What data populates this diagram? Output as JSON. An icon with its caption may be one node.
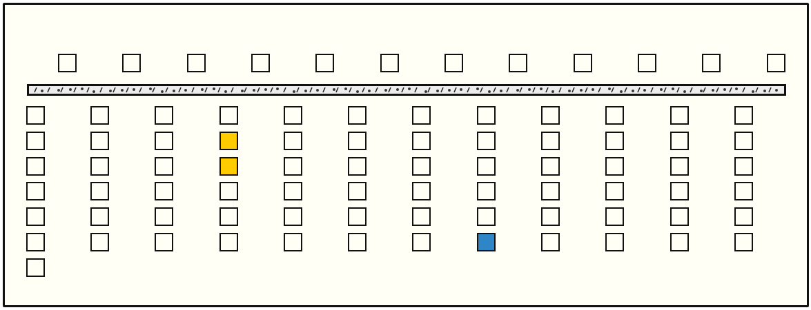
{
  "diagram": {
    "nodes": [
      {
        "text": [],
        "shape": "box"
      },
      {
        "text": [],
        "shape": "box"
      },
      {
        "text": [],
        "shape": "box"
      },
      {
        "text": [],
        "shape": "box"
      },
      {
        "text": [],
        "shape": "box"
      },
      {
        "text": [],
        "shape": "box"
      },
      {
        "text": [],
        "shape": "box"
      },
      {
        "text": [],
        "shape": "box"
      },
      {
        "text": [],
        "shape": "box"
      },
      {
        "text": [],
        "shape": "box"
      },
      {
        "text": [],
        "shape": "box"
      },
      {
        "text": [],
        "shape": "box"
      },
      {
        "text": [],
        "shape": "bar"
      },
      {
        "text": [],
        "shape": "box"
      },
      {
        "text": [],
        "shape": "box"
      },
      {
        "text": [],
        "shape": "box"
      },
      {
        "text": [],
        "shape": "box"
      },
      {
        "text": [],
        "shape": "box"
      },
      {
        "text": [],
        "shape": "box"
      },
      {
        "text": [],
        "shape": "box"
      },
      {
        "text": [],
        "shape": "box"
      },
      {
        "text": [],
        "shape": "box"
      },
      {
        "text": [],
        "shape": "box"
      },
      {
        "text": [],
        "shape": "box"
      },
      {
        "text": [],
        "shape": "box"
      },
      {
        "text": [],
        "shape": "box"
      },
      {
        "text": [],
        "shape": "box"
      },
      {
        "text": [],
        "shape": "box"
      },
      {
        "text": [],
        "shape": "box"
      },
      {
        "text": [],
        "shape": "box"
      },
      {
        "text": [],
        "shape": "box"
      },
      {
        "text": [],
        "shape": "box"
      },
      {
        "text": [],
        "shape": "box"
      },
      {
        "text": [],
        "shape": "box"
      },
      {
        "text": [],
        "shape": "box"
      },
      {
        "text": [],
        "shape": "box"
      },
      {
        "text": [],
        "shape": "box"
      },
      {
        "text": [],
        "shape": "box"
      },
      {
        "text": [],
        "shape": "box"
      },
      {
        "text": [],
        "shape": "box"
      },
      {
        "text": [],
        "shape": "box"
      },
      {
        "text": [],
        "shape": "box"
      },
      {
        "text": [],
        "shape": "box"
      },
      {
        "text": [],
        "shape": "box"
      },
      {
        "text": [],
        "shape": "box"
      },
      {
        "text": [],
        "shape": "box"
      },
      {
        "text": [],
        "shape": "box"
      },
      {
        "text": [],
        "shape": "box"
      },
      {
        "text": [],
        "shape": "box"
      },
      {
        "text": [],
        "shape": "box"
      },
      {
        "text": [],
        "shape": "box"
      },
      {
        "text": [],
        "shape": "box"
      },
      {
        "text": [],
        "shape": "box"
      },
      {
        "text": [],
        "shape": "box"
      },
      {
        "text": [],
        "shape": "box"
      },
      {
        "text": [],
        "shape": "box"
      },
      {
        "text": [],
        "shape": "box"
      },
      {
        "text": [],
        "shape": "box"
      },
      {
        "text": [],
        "shape": "box"
      },
      {
        "text": [],
        "shape": "box"
      },
      {
        "text": [],
        "shape": "box"
      },
      {
        "text": [],
        "shape": "box"
      },
      {
        "text": [],
        "shape": "box"
      },
      {
        "text": [],
        "shape": "box"
      },
      {
        "text": [],
        "shape": "box"
      },
      {
        "text": [],
        "shape": "box"
      },
      {
        "text": [],
        "shape": "box"
      },
      {
        "text": [],
        "shape": "box"
      },
      {
        "text": [],
        "shape": "box"
      },
      {
        "text": [],
        "shape": "box"
      },
      {
        "text": [],
        "shape": "box"
      },
      {
        "text": [],
        "shape": "box"
      },
      {
        "text": [],
        "shape": "box"
      },
      {
        "text": [],
        "shape": "box"
      },
      {
        "text": [],
        "shape": "box"
      },
      {
        "text": [],
        "shape": "box"
      },
      {
        "text": [],
        "shape": "box"
      },
      {
        "text": [],
        "shape": "box"
      },
      {
        "text": [],
        "shape": "box"
      },
      {
        "text": [],
        "shape": "box"
      },
      {
        "text": [],
        "shape": "box"
      },
      {
        "text": [],
        "shape": "box"
      },
      {
        "text": [],
        "shape": "box"
      },
      {
        "text": [],
        "shape": "box"
      },
      {
        "text": [],
        "shape": "box"
      },
      {
        "text": [],
        "shape": "box"
      }
    ]
  }
}
